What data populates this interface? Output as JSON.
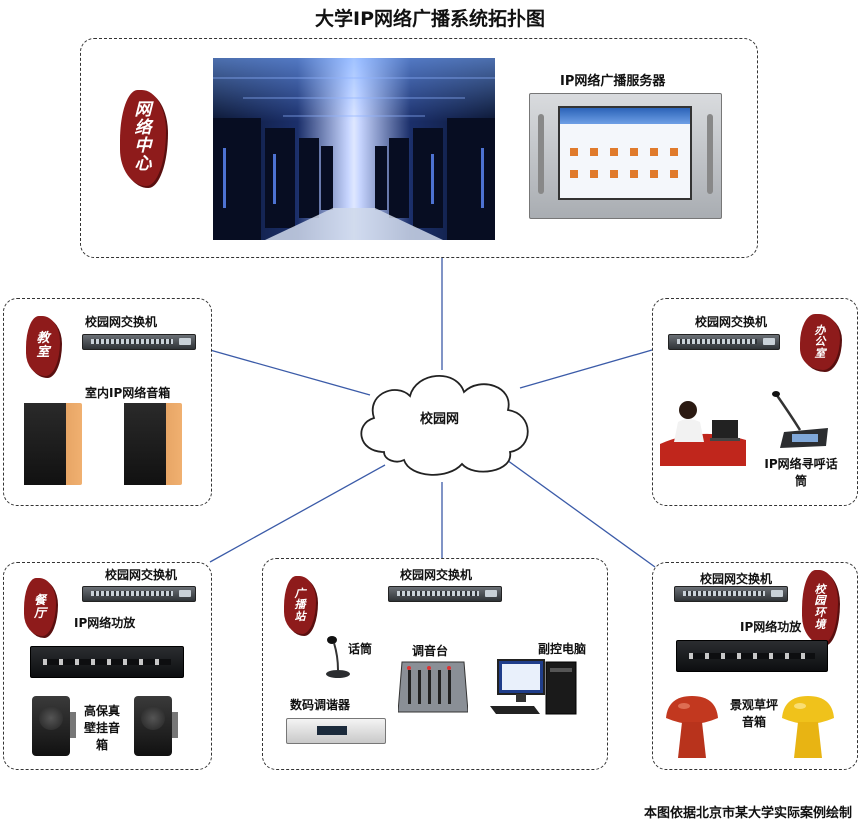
{
  "title": "大学IP网络广播系统拓扑图",
  "footer": "本图依据北京市某大学实际案例绘制",
  "cloud": {
    "label": "校园网"
  },
  "zones": {
    "network_center": {
      "seal": [
        "网",
        "络",
        "中",
        "心"
      ],
      "server_label": "IP网络广播服务器"
    },
    "classroom": {
      "seal": [
        "教",
        "室"
      ],
      "switch_label": "校园网交换机",
      "device_label": "室内IP网络音箱"
    },
    "office": {
      "seal": [
        "办",
        "公",
        "室"
      ],
      "switch_label": "校园网交换机",
      "device_label": "IP网络寻呼话筒"
    },
    "hall": {
      "seal": [
        "餐",
        "厅"
      ],
      "switch_label": "校园网交换机",
      "amp_label": "IP网络功放",
      "speaker_label": "高保真壁挂音箱"
    },
    "broadcast_room": {
      "seal": [
        "广",
        "播",
        "站"
      ],
      "switch_label": "校园网交换机",
      "mic_label": "话筒",
      "mixer_label": "调音台",
      "pc_label": "副控电脑",
      "tuner_label": "数码调谐器"
    },
    "campus": {
      "seal": [
        "校",
        "园",
        "环",
        "境"
      ],
      "switch_label": "校园网交换机",
      "amp_label": "IP网络功放",
      "speaker_label": "景观草坪音箱"
    }
  },
  "colors": {
    "link": "#3b5ba8",
    "seal": "#8e1b1b",
    "wire": "#4a7fd0"
  }
}
